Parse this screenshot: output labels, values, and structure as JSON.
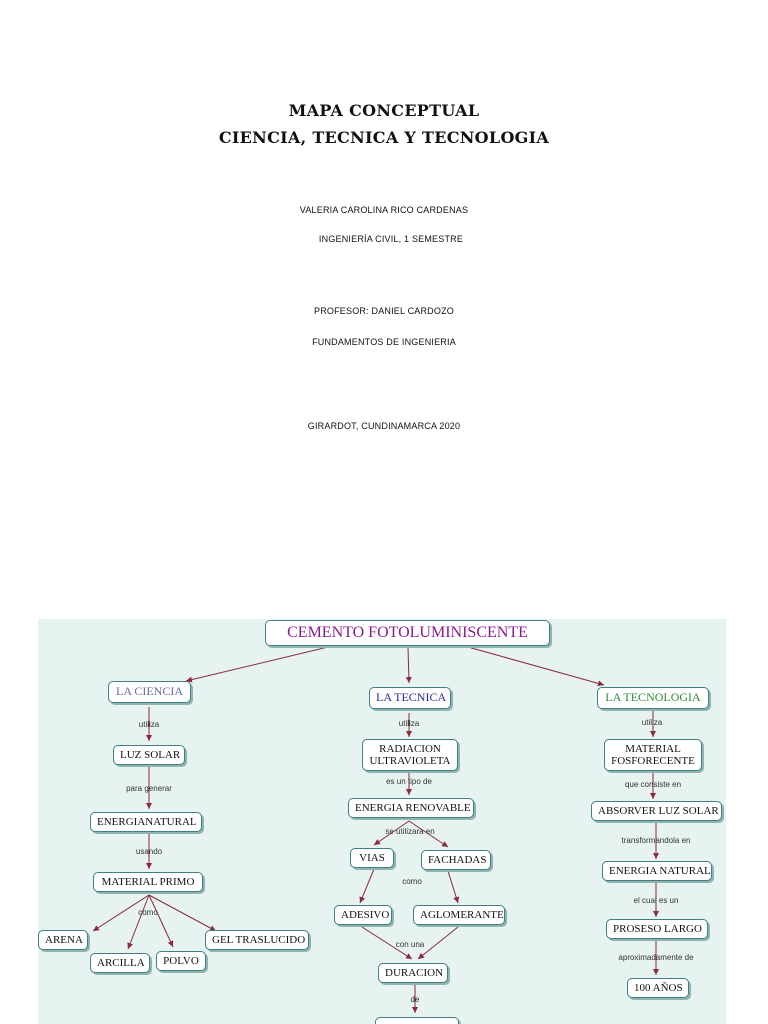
{
  "header": {
    "title_line1": "MAPA CONCEPTUAL",
    "title_line2": "CIENCIA, TECNICA Y TECNOLOGIA",
    "author": "VALERIA CAROLINA RICO CARDENAS",
    "program": "INGENIERÍA CIVIL, 1 SEMESTRE",
    "professor": "PROFESOR: DANIEL CARDOZO",
    "course": "FUNDAMENTOS DE INGENIERIA",
    "place_year": "GIRARDOT, CUNDINAMARCA 2020"
  },
  "map": {
    "root": "CEMENTO FOTOLUMINISCENTE",
    "ciencia": {
      "title": "LA CIENCIA",
      "link1": "utiliza",
      "n1": "LUZ SOLAR",
      "link2": "para generar",
      "n2": "ENERGIANATURAL",
      "link3": "usando",
      "n3": "MATERIAL PRIMO",
      "link4": "como",
      "leaves": [
        "ARENA",
        "ARCILLA",
        "POLVO",
        "GEL TRASLUCIDO"
      ]
    },
    "tecnica": {
      "title": "LA TECNICA",
      "link1": "utiliza",
      "n1": "RADIACION ULTRAVIOLETA",
      "link2": "es un tipo de",
      "n2": "ENERGIA RENOVABLE",
      "link3": "se utilizara en",
      "vias": "VIAS",
      "fachadas": "FACHADAS",
      "link4": "como",
      "adesivo": "ADESIVO",
      "aglomerante": "AGLOMERANTE",
      "link5": "con una",
      "duracion": "DURACION",
      "link6": "de"
    },
    "tecnologia": {
      "title": "LA TECNOLOGIA",
      "link1": "utiliza",
      "n1": "MATERIAL FOSFORECENTE",
      "link2": "que consiste en",
      "n2": "ABSORVER LUZ SOLAR",
      "link3": "transformandola en",
      "n3": "ENERGIA NATURAL",
      "link4": "el cual es un",
      "n4": "PROSESO LARGO",
      "link5": "aproximadamente  de",
      "n5": "100 AÑOS"
    },
    "colors": {
      "background": "#e6f3f0",
      "border": "#3f7f86",
      "arrow": "#8b2a3a",
      "root_text": "#8b1a8b",
      "ciencia_text": "#6a6aa8",
      "tecnica_text": "#2a2aa0",
      "tecnologia_text": "#2f8a3a"
    }
  }
}
